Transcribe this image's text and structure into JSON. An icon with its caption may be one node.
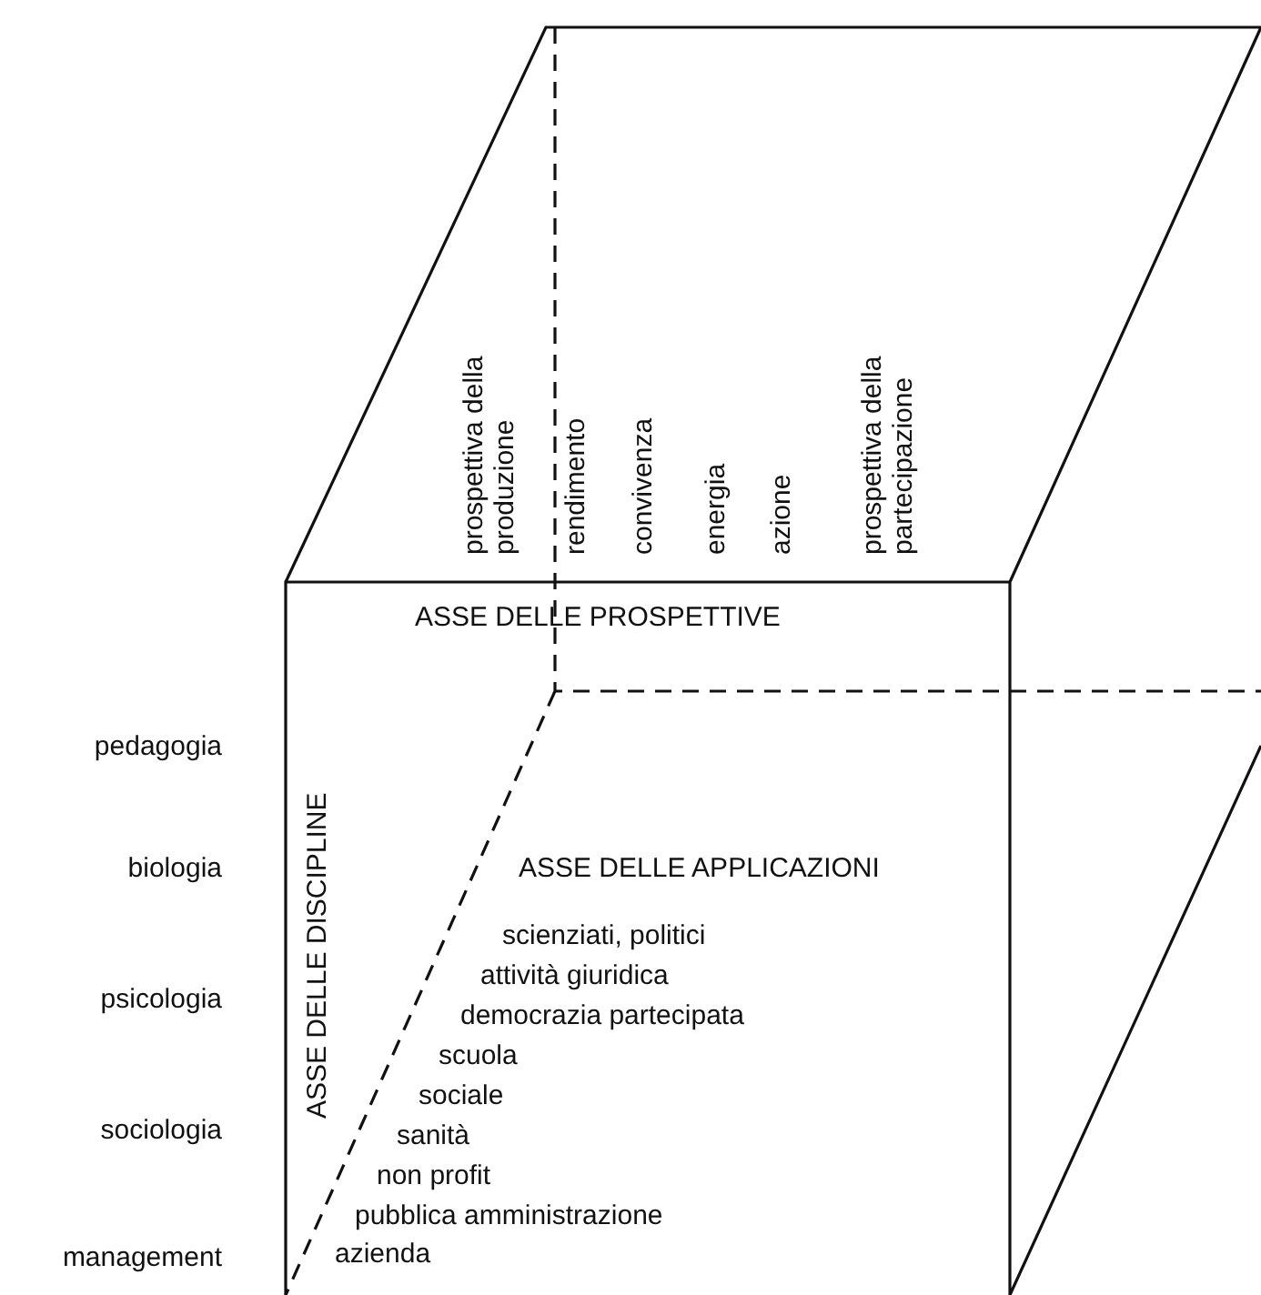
{
  "diagram": {
    "labels": [
      "prospettiva della produzione",
      "rendimento",
      "convivenza",
      "energia",
      "azione",
      "prospettiva della partecipazione",
      "ASSE DELLE PROSPETTIVE",
      "pedagogia",
      "ASSE DELLE DISCIPLINE",
      "biologia",
      "ASSE DELLE APPLICAZIONI",
      "scienziati, politici",
      "attività giuridica",
      "psicologia",
      "democrazia partecipata",
      "scuola",
      "sociale",
      "sociologia",
      "sanità",
      "non profit",
      "pubblica amministrazione",
      "management",
      "azienda"
    ]
  }
}
